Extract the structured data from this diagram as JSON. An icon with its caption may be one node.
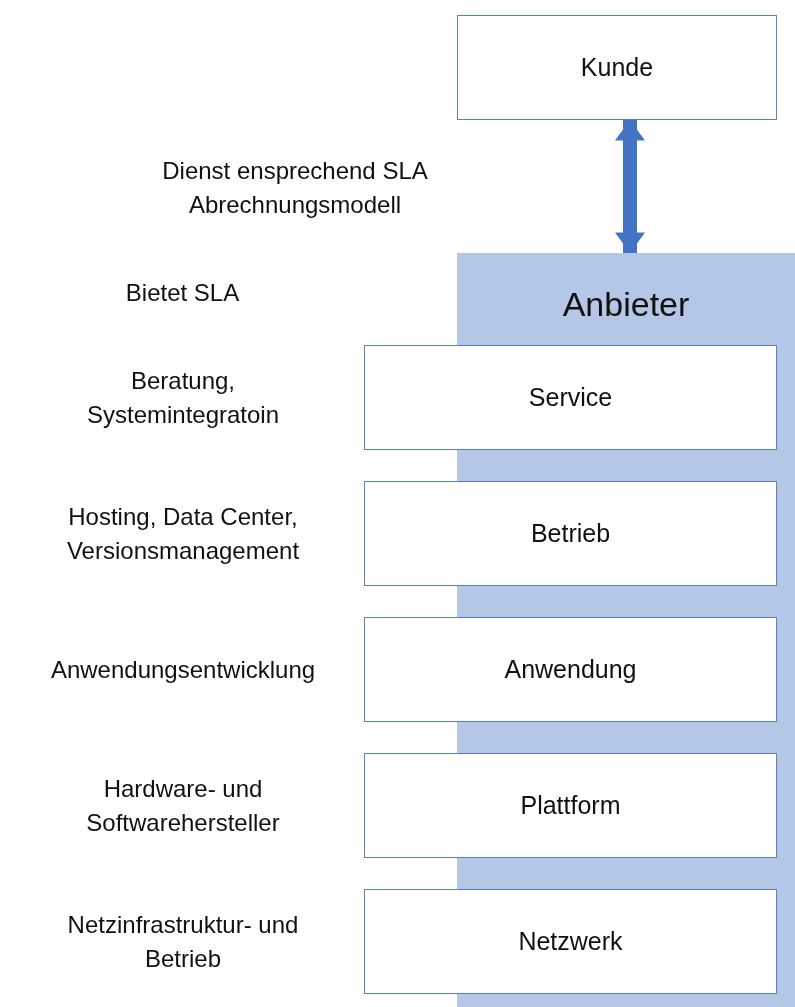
{
  "diagram": {
    "nodes": [
      {
        "text": [
          "Kunde"
        ]
      },
      {
        "text": [
          "Anbieter"
        ]
      },
      {
        "text": [
          "Service"
        ],
        "beside": [
          "Beratung, Systemintegratoin"
        ]
      },
      {
        "text": [
          "Betrieb"
        ],
        "beside": [
          "Hosting, Data Center, Versionsmanagement"
        ]
      },
      {
        "text": [
          "Anwendung"
        ],
        "beside": [
          "Anwendungsentwicklung"
        ]
      },
      {
        "text": [
          "Plattform"
        ],
        "beside": [
          "Hardware- und Softwarehersteller"
        ]
      },
      {
        "text": [
          "Netzwerk"
        ],
        "beside": [
          "Netzinfrastruktur- und Betrieb"
        ]
      }
    ],
    "edges": [
      {
        "from": 0,
        "to": 1,
        "arrow": "both"
      }
    ],
    "labels": [
      "Dienst ensprechend SLA Abrechnungsmodell",
      "Bietet SLA"
    ]
  }
}
